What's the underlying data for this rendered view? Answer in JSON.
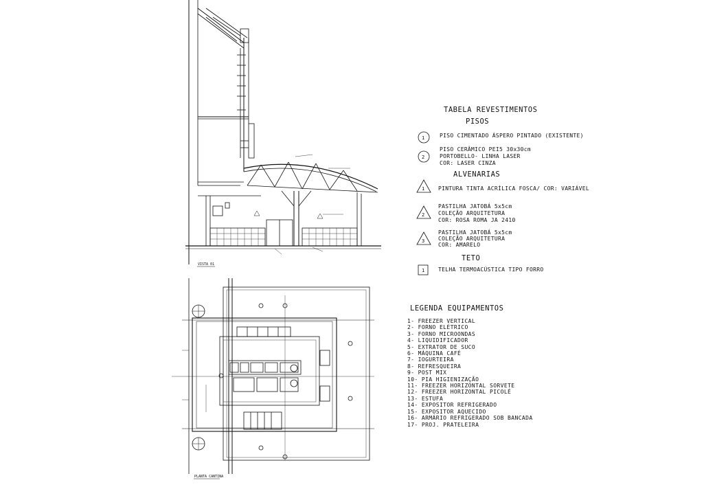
{
  "revestimentos": {
    "title": "TABELA REVESTIMENTOS",
    "pisos": {
      "heading": "PISOS",
      "items": [
        {
          "symbol": "circle",
          "num": "1",
          "lines": [
            "PISO CIMENTADO ÁSPERO PINTADO (EXISTENTE)"
          ]
        },
        {
          "symbol": "circle",
          "num": "2",
          "lines": [
            "PISO CERÂMICO PEI5 30x30cm",
            "PORTOBELLO- LINHA LASER",
            "COR: LASER CINZA"
          ]
        }
      ]
    },
    "alvenarias": {
      "heading": "ALVENARIAS",
      "items": [
        {
          "symbol": "triangle",
          "num": "1",
          "lines": [
            "PINTURA TINTA ACRÍLICA FOSCA/ COR: VARIÁVEL"
          ]
        },
        {
          "symbol": "triangle",
          "num": "2",
          "lines": [
            "PASTILHA  JATOBÁ 5x5cm",
            "COLEÇÃO ARQUITETURA",
            "COR: ROSA ROMA JA 2410"
          ]
        },
        {
          "symbol": "triangle",
          "num": "3",
          "lines": [
            "PASTILHA  JATOBÁ 5x5cm",
            "COLEÇÃO ARQUITETURA",
            "COR: AMARELO"
          ]
        }
      ]
    },
    "teto": {
      "heading": "TETO",
      "items": [
        {
          "symbol": "square",
          "num": "1",
          "lines": [
            "TELHA TERMOACÚSTICA TIPO FORRO"
          ]
        }
      ]
    }
  },
  "legenda": {
    "title": "LEGENDA EQUIPAMENTOS",
    "items": [
      "1- FREEZER VERTICAL",
      "2- FORNO ELÉTRICO",
      "3- FORNO MICROONDAS",
      "4- LIQUIDIFICADOR",
      "5- EXTRATOR DE SUCO",
      "6- MÁQUINA CAFÉ",
      "7- IOGURTEIRA",
      "8- REFRESQUEIRA",
      "9- POST MIX",
      "10- PIA HIGIENIZAÇÃO",
      "11- FREEZER HORIZONTAL SORVETE",
      "12- FREEZER HORIZONTAL PICOLÉ",
      "13- ESTUFA",
      "14- EXPOSITOR REFRIGERADO",
      "15- EXPOSITOR AQUECIDO",
      "16- ARMÁRIO REFRIGERADO SOB BANCADA",
      "17- PROJ. PRATELEIRA"
    ]
  },
  "drawing_labels": {
    "vista": "VISTA 01",
    "planta": "PLANTA CANTINA"
  },
  "colors": {
    "line": "#111111",
    "background": "#ffffff"
  }
}
